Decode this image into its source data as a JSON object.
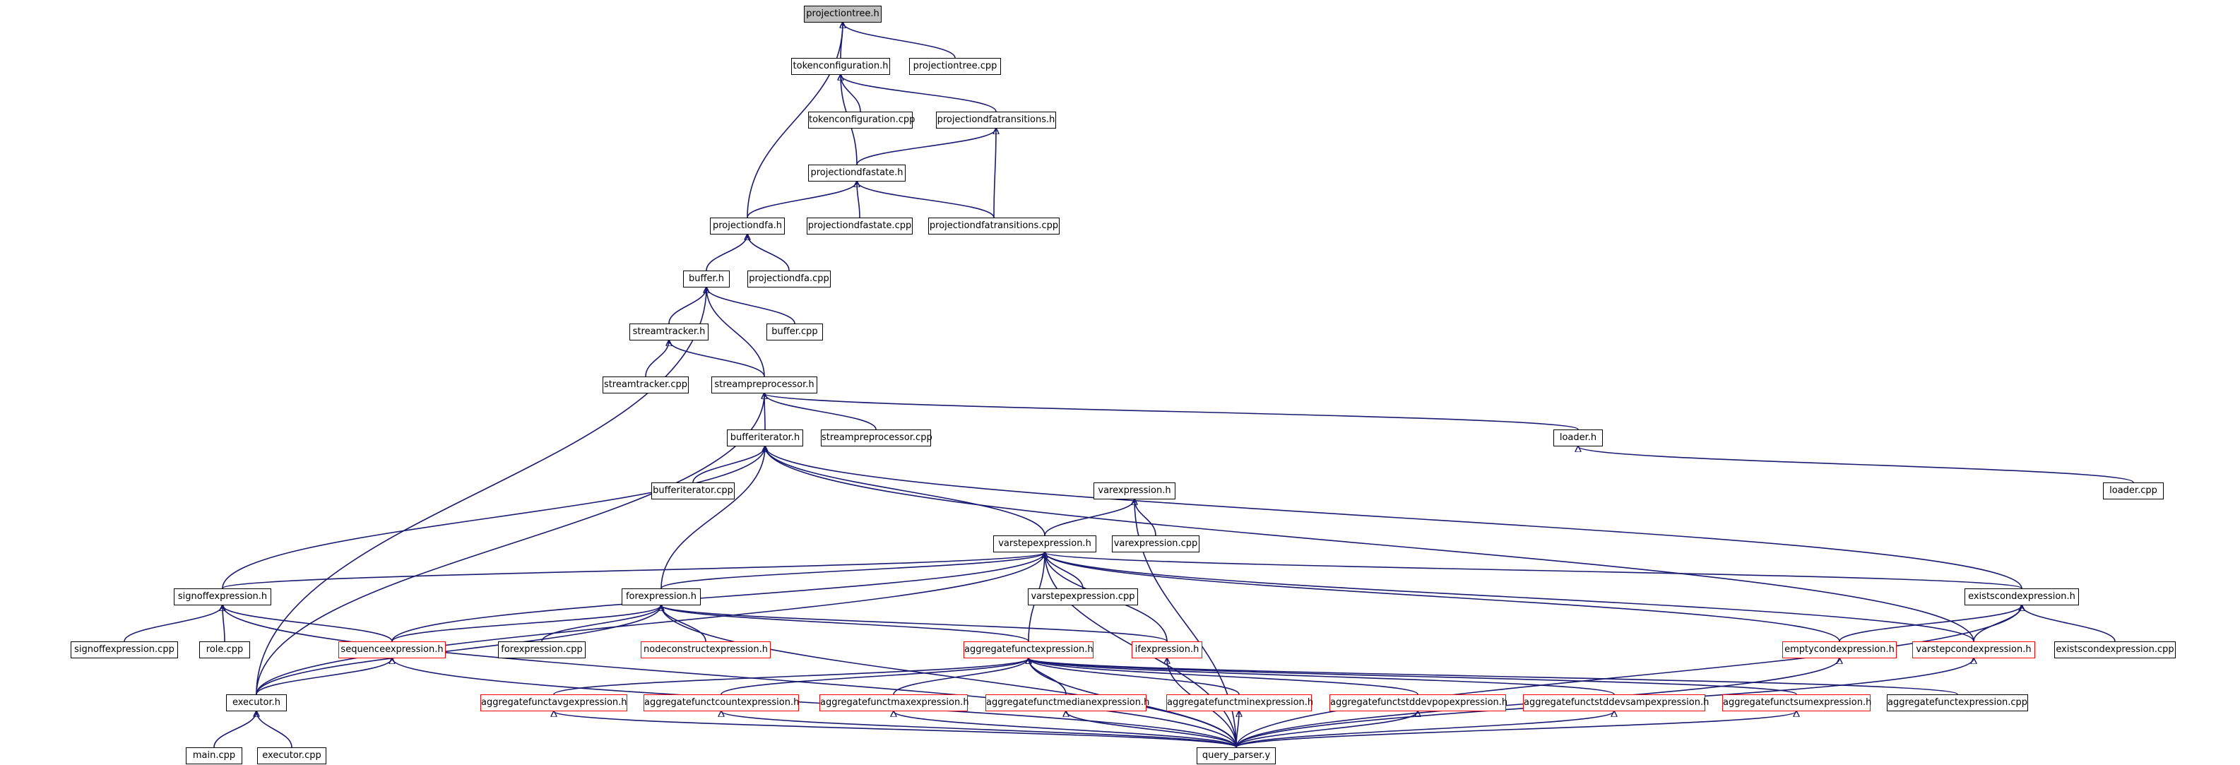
{
  "graph": {
    "root": "projectiontree.h",
    "edge_color": "#191970",
    "node_border_default": "#000000",
    "node_border_truncated": "#ff0000",
    "root_fill": "#bfbfbf",
    "nodes": [
      {
        "id": "projectiontree_h",
        "label": "projectiontree.h",
        "style": "root"
      },
      {
        "id": "tokenconfiguration_h",
        "label": "tokenconfiguration.h",
        "style": "black"
      },
      {
        "id": "projectiontree_cpp",
        "label": "projectiontree.cpp",
        "style": "black"
      },
      {
        "id": "tokenconfiguration_cpp",
        "label": "tokenconfiguration.cpp",
        "style": "black"
      },
      {
        "id": "projectiondfatransitions_h",
        "label": "projectiondfatransitions.h",
        "style": "black"
      },
      {
        "id": "projectiondfastate_h",
        "label": "projectiondfastate.h",
        "style": "black"
      },
      {
        "id": "projectiondfa_h",
        "label": "projectiondfa.h",
        "style": "black"
      },
      {
        "id": "projectiondfastate_cpp",
        "label": "projectiondfastate.cpp",
        "style": "black"
      },
      {
        "id": "projectiondfatransitions_cpp",
        "label": "projectiondfatransitions.cpp",
        "style": "black"
      },
      {
        "id": "buffer_h",
        "label": "buffer.h",
        "style": "black"
      },
      {
        "id": "projectiondfa_cpp",
        "label": "projectiondfa.cpp",
        "style": "black"
      },
      {
        "id": "streamtracker_h",
        "label": "streamtracker.h",
        "style": "black"
      },
      {
        "id": "buffer_cpp",
        "label": "buffer.cpp",
        "style": "black"
      },
      {
        "id": "streamtracker_cpp",
        "label": "streamtracker.cpp",
        "style": "black"
      },
      {
        "id": "streampreprocessor_h",
        "label": "streampreprocessor.h",
        "style": "black"
      },
      {
        "id": "bufferiterator_h",
        "label": "bufferiterator.h",
        "style": "black"
      },
      {
        "id": "streampreprocessor_cpp",
        "label": "streampreprocessor.cpp",
        "style": "black"
      },
      {
        "id": "loader_h",
        "label": "loader.h",
        "style": "black"
      },
      {
        "id": "bufferiterator_cpp",
        "label": "bufferiterator.cpp",
        "style": "black"
      },
      {
        "id": "varexpression_h",
        "label": "varexpression.h",
        "style": "black"
      },
      {
        "id": "loader_cpp",
        "label": "loader.cpp",
        "style": "black"
      },
      {
        "id": "varstepexpression_h",
        "label": "varstepexpression.h",
        "style": "black"
      },
      {
        "id": "varexpression_cpp",
        "label": "varexpression.cpp",
        "style": "black"
      },
      {
        "id": "signoffexpression_h",
        "label": "signoffexpression.h",
        "style": "black"
      },
      {
        "id": "forexpression_h",
        "label": "forexpression.h",
        "style": "black"
      },
      {
        "id": "varstepexpression_cpp",
        "label": "varstepexpression.cpp",
        "style": "black"
      },
      {
        "id": "existscondexpression_h",
        "label": "existscondexpression.h",
        "style": "black"
      },
      {
        "id": "signoffexpression_cpp",
        "label": "signoffexpression.cpp",
        "style": "black"
      },
      {
        "id": "role_cpp",
        "label": "role.cpp",
        "style": "black"
      },
      {
        "id": "sequenceexpression_h",
        "label": "sequenceexpression.h",
        "style": "red"
      },
      {
        "id": "forexpression_cpp",
        "label": "forexpression.cpp",
        "style": "black"
      },
      {
        "id": "nodeconstructexpression_h",
        "label": "nodeconstructexpression.h",
        "style": "red"
      },
      {
        "id": "aggregatefunctexpression_h",
        "label": "aggregatefunctexpression.h",
        "style": "red"
      },
      {
        "id": "ifexpression_h",
        "label": "ifexpression.h",
        "style": "red"
      },
      {
        "id": "emptycondexpression_h",
        "label": "emptycondexpression.h",
        "style": "red"
      },
      {
        "id": "varstepcondexpression_h",
        "label": "varstepcondexpression.h",
        "style": "red"
      },
      {
        "id": "existscondexpression_cpp",
        "label": "existscondexpression.cpp",
        "style": "black"
      },
      {
        "id": "executor_h",
        "label": "executor.h",
        "style": "black"
      },
      {
        "id": "aggregatefunctavgexpression_h",
        "label": "aggregatefunctavgexpression.h",
        "style": "red"
      },
      {
        "id": "aggregatefunctcountexpression_h",
        "label": "aggregatefunctcountexpression.h",
        "style": "red"
      },
      {
        "id": "aggregatefunctmaxexpression_h",
        "label": "aggregatefunctmaxexpression.h",
        "style": "red"
      },
      {
        "id": "aggregatefunctmedianexpression_h",
        "label": "aggregatefunctmedianexpression.h",
        "style": "red"
      },
      {
        "id": "aggregatefunctminexpression_h",
        "label": "aggregatefunctminexpression.h",
        "style": "red"
      },
      {
        "id": "aggregatefunctstddevpopexpression_h",
        "label": "aggregatefunctstddevpopexpression.h",
        "style": "red"
      },
      {
        "id": "aggregatefunctstddevsampexpression_h",
        "label": "aggregatefunctstddevsampexpression.h",
        "style": "red"
      },
      {
        "id": "aggregatefunctsumexpression_h",
        "label": "aggregatefunctsumexpression.h",
        "style": "red"
      },
      {
        "id": "aggregatefunctexpression_cpp",
        "label": "aggregatefunctexpression.cpp",
        "style": "black"
      },
      {
        "id": "main_cpp",
        "label": "main.cpp",
        "style": "black"
      },
      {
        "id": "executor_cpp",
        "label": "executor.cpp",
        "style": "black"
      },
      {
        "id": "query_parser_y",
        "label": "query_parser.y",
        "style": "black"
      }
    ],
    "edges": [
      [
        "tokenconfiguration_h",
        "projectiontree_h"
      ],
      [
        "projectiontree_cpp",
        "projectiontree_h"
      ],
      [
        "projectiondfa_h",
        "projectiontree_h"
      ],
      [
        "tokenconfiguration_cpp",
        "tokenconfiguration_h"
      ],
      [
        "projectiondfatransitions_h",
        "tokenconfiguration_h"
      ],
      [
        "projectiondfastate_h",
        "tokenconfiguration_h"
      ],
      [
        "projectiondfastate_h",
        "projectiondfatransitions_h"
      ],
      [
        "projectiondfatransitions_cpp",
        "projectiondfatransitions_h"
      ],
      [
        "projectiondfa_h",
        "projectiondfastate_h"
      ],
      [
        "projectiondfastate_cpp",
        "projectiondfastate_h"
      ],
      [
        "projectiondfatransitions_cpp",
        "projectiondfastate_h"
      ],
      [
        "buffer_h",
        "projectiondfa_h"
      ],
      [
        "projectiondfa_cpp",
        "projectiondfa_h"
      ],
      [
        "streamtracker_h",
        "buffer_h"
      ],
      [
        "buffer_cpp",
        "buffer_h"
      ],
      [
        "streampreprocessor_h",
        "buffer_h"
      ],
      [
        "executor_h",
        "buffer_h"
      ],
      [
        "streamtracker_cpp",
        "streamtracker_h"
      ],
      [
        "streampreprocessor_h",
        "streamtracker_h"
      ],
      [
        "bufferiterator_h",
        "streampreprocessor_h"
      ],
      [
        "streampreprocessor_cpp",
        "streampreprocessor_h"
      ],
      [
        "loader_h",
        "streampreprocessor_h"
      ],
      [
        "executor_h",
        "streampreprocessor_h"
      ],
      [
        "loader_cpp",
        "loader_h"
      ],
      [
        "bufferiterator_cpp",
        "bufferiterator_h"
      ],
      [
        "varstepexpression_h",
        "bufferiterator_h"
      ],
      [
        "signoffexpression_h",
        "bufferiterator_h"
      ],
      [
        "forexpression_h",
        "bufferiterator_h"
      ],
      [
        "existscondexpression_h",
        "bufferiterator_h"
      ],
      [
        "varstepcondexpression_h",
        "bufferiterator_h"
      ],
      [
        "varstepexpression_h",
        "varexpression_h"
      ],
      [
        "varexpression_cpp",
        "varexpression_h"
      ],
      [
        "query_parser_y",
        "varexpression_h"
      ],
      [
        "varstepexpression_cpp",
        "varstepexpression_h"
      ],
      [
        "signoffexpression_h",
        "varstepexpression_h"
      ],
      [
        "forexpression_h",
        "varstepexpression_h"
      ],
      [
        "sequenceexpression_h",
        "varstepexpression_h"
      ],
      [
        "aggregatefunctexpression_h",
        "varstepexpression_h"
      ],
      [
        "ifexpression_h",
        "varstepexpression_h"
      ],
      [
        "existscondexpression_h",
        "varstepexpression_h"
      ],
      [
        "emptycondexpression_h",
        "varstepexpression_h"
      ],
      [
        "varstepcondexpression_h",
        "varstepexpression_h"
      ],
      [
        "executor_h",
        "varstepexpression_h"
      ],
      [
        "query_parser_y",
        "varstepexpression_h"
      ],
      [
        "signoffexpression_cpp",
        "signoffexpression_h"
      ],
      [
        "role_cpp",
        "signoffexpression_h"
      ],
      [
        "sequenceexpression_h",
        "signoffexpression_h"
      ],
      [
        "query_parser_y",
        "signoffexpression_h"
      ],
      [
        "forexpression_cpp",
        "forexpression_h"
      ],
      [
        "nodeconstructexpression_h",
        "forexpression_h"
      ],
      [
        "sequenceexpression_h",
        "forexpression_h"
      ],
      [
        "aggregatefunctexpression_h",
        "forexpression_h"
      ],
      [
        "ifexpression_h",
        "forexpression_h"
      ],
      [
        "executor_h",
        "forexpression_h"
      ],
      [
        "query_parser_y",
        "forexpression_h"
      ],
      [
        "emptycondexpression_h",
        "existscondexpression_h"
      ],
      [
        "varstepcondexpression_h",
        "existscondexpression_h"
      ],
      [
        "existscondexpression_cpp",
        "existscondexpression_h"
      ],
      [
        "query_parser_y",
        "existscondexpression_h"
      ],
      [
        "executor_h",
        "sequenceexpression_h"
      ],
      [
        "query_parser_y",
        "sequenceexpression_h"
      ],
      [
        "aggregatefunctavgexpression_h",
        "aggregatefunctexpression_h"
      ],
      [
        "aggregatefunctcountexpression_h",
        "aggregatefunctexpression_h"
      ],
      [
        "aggregatefunctmaxexpression_h",
        "aggregatefunctexpression_h"
      ],
      [
        "aggregatefunctmedianexpression_h",
        "aggregatefunctexpression_h"
      ],
      [
        "aggregatefunctminexpression_h",
        "aggregatefunctexpression_h"
      ],
      [
        "aggregatefunctstddevpopexpression_h",
        "aggregatefunctexpression_h"
      ],
      [
        "aggregatefunctstddevsampexpression_h",
        "aggregatefunctexpression_h"
      ],
      [
        "aggregatefunctsumexpression_h",
        "aggregatefunctexpression_h"
      ],
      [
        "aggregatefunctexpression_cpp",
        "aggregatefunctexpression_h"
      ],
      [
        "query_parser_y",
        "aggregatefunctexpression_h"
      ],
      [
        "query_parser_y",
        "ifexpression_h"
      ],
      [
        "query_parser_y",
        "emptycondexpression_h"
      ],
      [
        "query_parser_y",
        "varstepcondexpression_h"
      ],
      [
        "main_cpp",
        "executor_h"
      ],
      [
        "executor_cpp",
        "executor_h"
      ],
      [
        "query_parser_y",
        "aggregatefunctavgexpression_h"
      ],
      [
        "query_parser_y",
        "aggregatefunctcountexpression_h"
      ],
      [
        "query_parser_y",
        "aggregatefunctmaxexpression_h"
      ],
      [
        "query_parser_y",
        "aggregatefunctmedianexpression_h"
      ],
      [
        "query_parser_y",
        "aggregatefunctminexpression_h"
      ],
      [
        "query_parser_y",
        "aggregatefunctstddevpopexpression_h"
      ],
      [
        "query_parser_y",
        "aggregatefunctstddevsampexpression_h"
      ],
      [
        "query_parser_y",
        "aggregatefunctsumexpression_h"
      ]
    ]
  }
}
